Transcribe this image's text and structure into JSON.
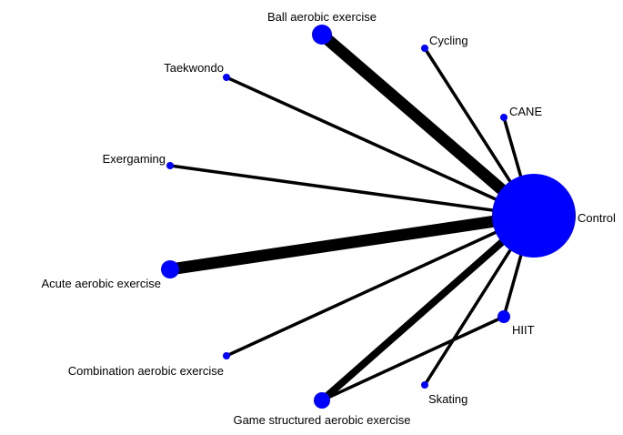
{
  "colors": {
    "node": "#0000ff",
    "edge": "#000000",
    "background": "#ffffff"
  },
  "nodes": [
    {
      "id": "control",
      "label": "Control"
    },
    {
      "id": "ball",
      "label": "Ball aerobic exercise"
    },
    {
      "id": "cycling",
      "label": "Cycling"
    },
    {
      "id": "taekwondo",
      "label": "Taekwondo"
    },
    {
      "id": "cane",
      "label": "CANE"
    },
    {
      "id": "exergaming",
      "label": "Exergaming"
    },
    {
      "id": "acute",
      "label": "Acute aerobic exercise"
    },
    {
      "id": "hiit",
      "label": "HIIT"
    },
    {
      "id": "combination",
      "label": "Combination aerobic exercise"
    },
    {
      "id": "skating",
      "label": "Skating"
    },
    {
      "id": "game",
      "label": "Game structured aerobic exercise"
    }
  ]
}
